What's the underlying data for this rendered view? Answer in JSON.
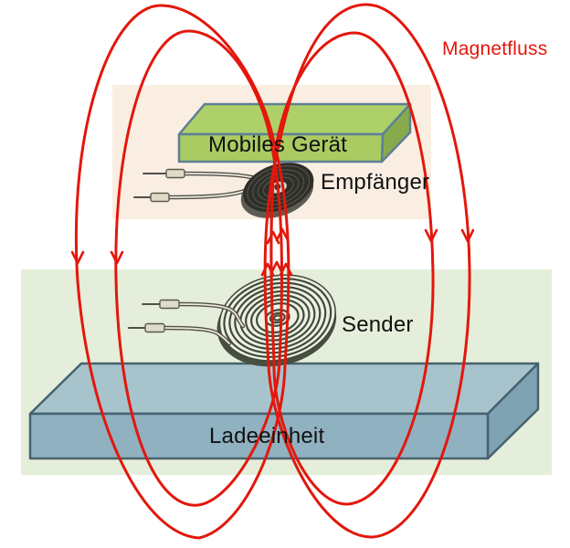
{
  "diagram": {
    "labels": {
      "magnetfluss": "Magnetfluss",
      "mobiles_geraet": "Mobiles Gerät",
      "empfaenger": "Empfänger",
      "sender": "Sender",
      "ladeeinheit": "Ladeeinheit"
    },
    "colors": {
      "flux": "#e3170c",
      "label_text": "#111111",
      "panel_top": "#faeee3",
      "panel_bottom": "#e5eeda",
      "device_front": "#a9cb62",
      "device_top": "#aed068",
      "device_side": "#87ab4c",
      "device_border": "#5f7f96",
      "charger_top": "#a7c3cc",
      "charger_front": "#8fb1c0",
      "charger_side": "#7ea3b2",
      "charger_border": "#47626f",
      "coil_dark": "#2f2f29",
      "coil_groove": "#5c5c52",
      "coil_label": "#d8d5c8",
      "spiral_stroke": "#3f4b3c",
      "spiral_fill": "#eef0e2",
      "spiral_edge": "#464f41",
      "wire_outer": "#50504a",
      "wire_inner": "#ece9db",
      "connector_fill": "#dedbc8",
      "connector_border": "#5a5a52"
    }
  }
}
